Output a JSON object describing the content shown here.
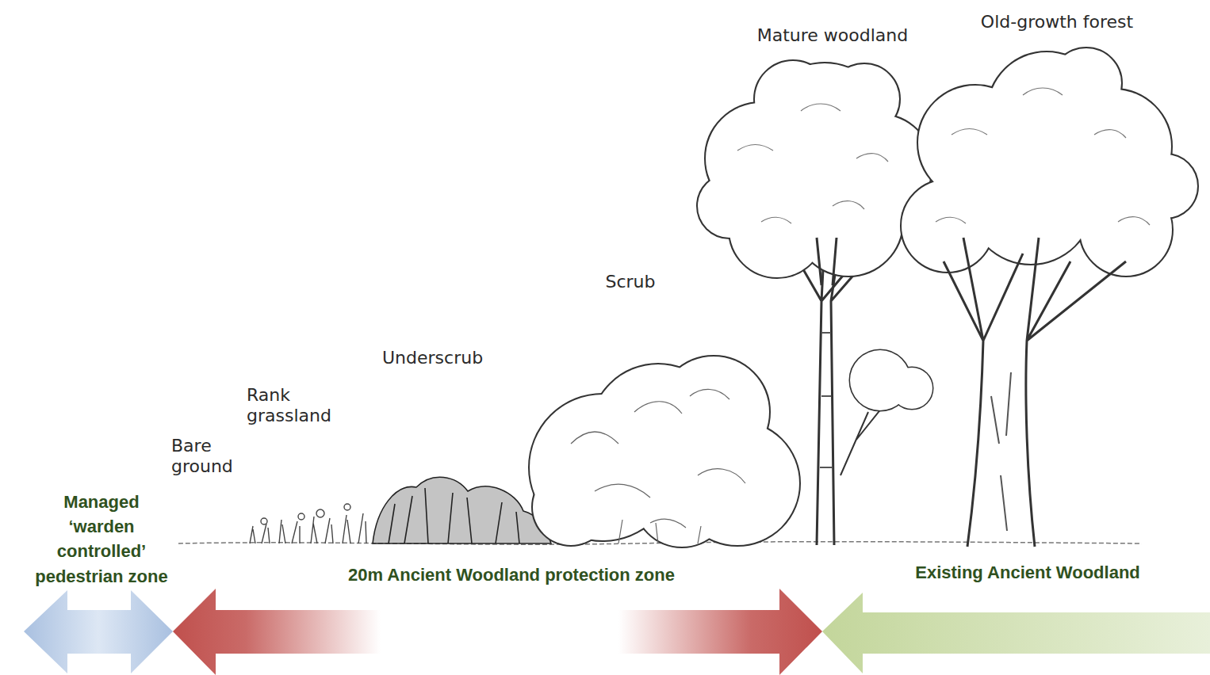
{
  "diagram": {
    "labels": [
      "Mature woodland",
      "Old-growth forest",
      "Scrub",
      "Underscrub",
      "Rank grassland",
      "Bare ground",
      "Managed ‘warden controlled’ pedestrian zone",
      "20m Ancient Woodland protection zone",
      "Existing Ancient Woodland"
    ]
  }
}
